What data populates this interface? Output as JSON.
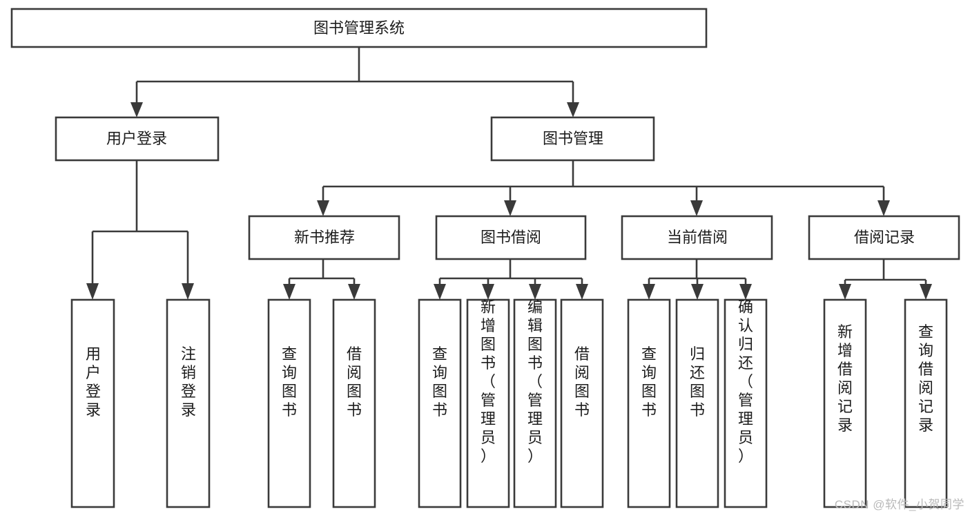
{
  "diagram": {
    "type": "tree-hierarchy-chart",
    "title": "图书管理系统",
    "orientation": "top-down",
    "colors": {
      "box_stroke": "#3a3a3a",
      "box_fill": "#ffffff",
      "edge": "#3a3a3a",
      "text": "#1c1c1c",
      "background": "#ffffff",
      "watermark": "#b9b9b9"
    },
    "root": {
      "id": "root",
      "label": "图书管理系统"
    },
    "level2": [
      {
        "id": "user-login",
        "label": "用户登录"
      },
      {
        "id": "book-manage",
        "label": "图书管理"
      }
    ],
    "level3": [
      {
        "id": "new-book-recommend",
        "label": "新书推荐",
        "parent": "book-manage"
      },
      {
        "id": "book-borrow",
        "label": "图书借阅",
        "parent": "book-manage"
      },
      {
        "id": "current-borrow",
        "label": "当前借阅",
        "parent": "book-manage"
      },
      {
        "id": "borrow-record",
        "label": "借阅记录",
        "parent": "book-manage"
      }
    ],
    "leaves": [
      {
        "id": "leaf-user-login",
        "label": "用户登录",
        "parent": "user-login"
      },
      {
        "id": "leaf-logout-login",
        "label": "注销登录",
        "parent": "user-login"
      },
      {
        "id": "leaf-query-book-1",
        "label": "查询图书",
        "parent": "new-book-recommend"
      },
      {
        "id": "leaf-borrow-book-1",
        "label": "借阅图书",
        "parent": "new-book-recommend"
      },
      {
        "id": "leaf-query-book-2",
        "label": "查询图书",
        "parent": "book-borrow"
      },
      {
        "id": "leaf-add-book",
        "label": "新增图书（管理员）",
        "parent": "book-borrow"
      },
      {
        "id": "leaf-edit-book",
        "label": "编辑图书（管理员）",
        "parent": "book-borrow"
      },
      {
        "id": "leaf-borrow-book-2",
        "label": "借阅图书",
        "parent": "book-borrow"
      },
      {
        "id": "leaf-query-book-3",
        "label": "查询图书",
        "parent": "current-borrow"
      },
      {
        "id": "leaf-return-book",
        "label": "归还图书",
        "parent": "current-borrow"
      },
      {
        "id": "leaf-confirm-return",
        "label": "确认归还（管理员）",
        "parent": "current-borrow"
      },
      {
        "id": "leaf-add-record",
        "label": "新增借阅记录",
        "parent": "borrow-record"
      },
      {
        "id": "leaf-query-record",
        "label": "查询借阅记录",
        "parent": "borrow-record"
      }
    ]
  },
  "watermark": {
    "text": "CSDN @软件_小贺同学"
  }
}
